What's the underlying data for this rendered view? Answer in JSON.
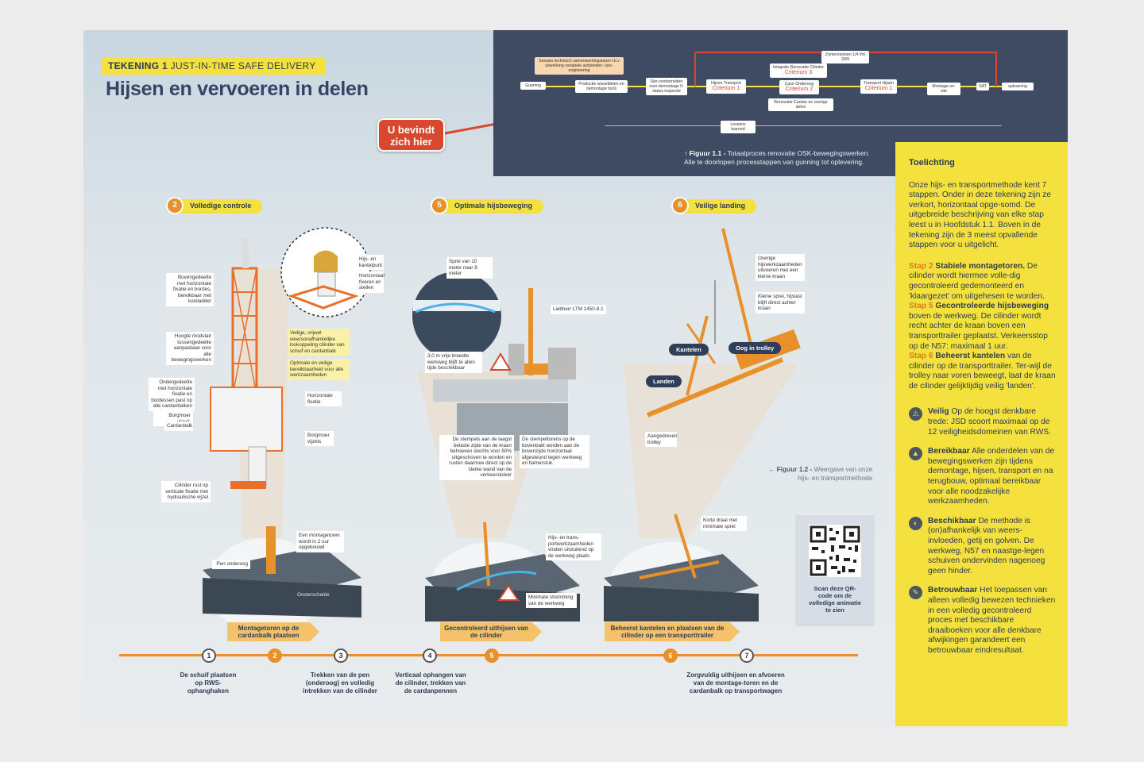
{
  "header": {
    "tag_bold": "TEKENING 1",
    "tag_text": "JUST-IN-TIME SAFE DELIVERY",
    "title": "Hijsen en vervoeren in delen"
  },
  "here_label": "U bevindt zich hier",
  "process": {
    "boxes": {
      "gunning": "Gunning",
      "sessies": "Sessies technisch samenwerkingsteam t.b.v uitwerking variabele activiteiten / pre-engineering",
      "productie": "Productie wisseldelen en demontage tools",
      "site": "Site voorbereiden voor demontage 0-status inspectie",
      "hijsen": "Hijsen Transport",
      "crit1": "Criterium 1",
      "zomer": "Zomerzeizoen 1/4 t/m 30/9",
      "integrale": "Integrale Renovatie Cilinder",
      "crit3": "Criterium 3",
      "case": "Case Onderoog",
      "crit2": "Criterium 2",
      "renovatie": "Renovatie Cardan en overige delen",
      "transport": "Transport Hijsen",
      "crit1b": "Criterium 1",
      "montage": "Montage on-site",
      "sat": "SAT",
      "oplevering": "oplevering",
      "lessons": "Lessons learned"
    },
    "caption_bold": "↑ Figuur 1.1 -",
    "caption_1": "Totaalproces renovatie OSK-bewegingswerken.",
    "caption_2": "Alle te doorlopen processtappen van gunning tot oplevering."
  },
  "side": {
    "heading": "Toelichting",
    "intro": "Onze hijs- en transportmethode kent 7 stappen. Onder in deze tekening zijn ze verkort, horizontaal opge-somd. De uitgebreide beschrijving van elke stap leest u in Hoofdstuk 1.1. Boven in de tekening zijn de 3 meest opvallende stappen voor u uitgelicht.",
    "s2_label": "Stap 2",
    "s2_title": "Stabiele montagetoren.",
    "s2_text": "De cilinder wordt hiermee volle-dig gecontroleerd gedemonteerd en 'klaargezet' om uitgehesen te worden.",
    "s5_label": "Stap 5",
    "s5_title": "Gecontroleerde hijsbeweging",
    "s5_text": "boven de werkweg. De cilinder wordt recht achter de kraan boven een transporttrailer geplaatst. Verkeersstop op de N57: maximaal 1 uur.",
    "s6_label": "Stap 6",
    "s6_title": "Beheerst kantelen",
    "s6_text": "van de cilinder op de transporttrailer. Ter-wijl de trolley naar voren beweegt, laat de kraan de cilinder gelijktijdig veilig 'landen'.",
    "items": [
      {
        "icon": "⚠",
        "title": "Veilig",
        "text": "Op de hoogst denkbare trede: JSD scoort maximaal op de 12 veiligheidsdomeinen van RWS."
      },
      {
        "icon": "▲",
        "title": "Bereikbaar",
        "text": "Alle onderdelen van de bewegingswerken zijn tijdens demontage, hijsen, transport en na terugbouw, optimaal bereikbaar voor alle noodzakelijke werkzaamheden."
      },
      {
        "icon": "◐",
        "title": "Beschikbaar",
        "text": "De methode is (on)afhankelijk van weers-invloeden, getij en golven. De werkweg, N57 en naastge-legen schuiven ondervinden nagenoeg geen hinder."
      },
      {
        "icon": "✎",
        "title": "Betrouwbaar",
        "text": "Het toepassen van alleen volledig bewezen technieken in een volledig gecontroleerd proces met beschikbare draaiboeken voor alle denkbare afwijkingen garandeert een betrouwbaar eindresultaat."
      }
    ]
  },
  "badges": [
    {
      "num": "2",
      "label": "Volledige controle"
    },
    {
      "num": "5",
      "label": "Optimale hijsbeweging"
    },
    {
      "num": "6",
      "label": "Veilige landing"
    }
  ],
  "tower_labels": {
    "a": "Bovengedeelte met horizontale fixatie en bordes, bereikbaar met kooiladder",
    "b": "Hoogte modulair tussengedeelte aanpasbaar voor alle bewegingswerken",
    "c": "Ondergedeelte met horizontale fixatie en bordessen past op alle cardanbalken",
    "d": "Borgmoer vijzels",
    "e": "Cardanbalk",
    "f": "Cilinder rust op verticale fixatie met hydraulische vijzel",
    "g": "Horizontale fixatie",
    "h": "Borgmoer vijzels",
    "i": "Hijs- en kantelpunt",
    "j": "Horizontaal fixeren en stellen",
    "k": "Veilige, vrijwel weersonafhankelijke loskoppeling cilinder van schuif en cardanbalk",
    "l": "Optimale en veilige bereikbaarheid voor alle werkzaamheden"
  },
  "lift_labels": {
    "a": "Sprei van 10 meter naar 8 meter",
    "b": "3,0 m vrije breedte werkweg blijft te allen tijde beschikbaar",
    "c": "Liebherr LTM 1450-8.1",
    "d": "De stempels aan de laagst belaste zijde van de kraan behoeven slechts voor 50% uitgeschoven te worden en rusten daarmee direct op de sterke wand van de verkeerskoker",
    "e": "De stempeltorens op de bovenbalk worden aan de bovenzijde horizontaal afgesteund tegen werkweg en hamerstuk."
  },
  "land_labels": {
    "a": "Overige hijswerkzaamheden uitvoeren met een kleine kraan",
    "b": "Kleine sprei, hijslast blijft direct achter kraan",
    "c": "Aangedreven trolley",
    "kantelen": "Kantelen",
    "oog": "Oog in trolley",
    "landen": "Landen"
  },
  "figcap": {
    "bold": "← Figuur 1.2 -",
    "text1": "Weergave van onze",
    "text2": "hijs- en transportmethode"
  },
  "bottom_labels": {
    "tower": "Een montagetoren wordt in 2 uur opgebouwd",
    "pen": "Pen onderoog",
    "oosterschelde": "Oosterschelde",
    "hijs": "Hijs- en trans-portwerkzaamheden vinden uitsluitend op de werkweg plaats",
    "stroming": "Minimale stremming van de werkweg",
    "draai": "Korte draai met minimale sprei"
  },
  "arrows": [
    {
      "line1": "Montagetoren op de",
      "line2": "cardanbalk plaatsen"
    },
    {
      "line1": "Gecontroleerd uithijsen van",
      "line2": "de cilinder"
    },
    {
      "line1": "Beheerst kantelen en plaatsen van de",
      "line2": "cilinder op een transporttrailer"
    }
  ],
  "timeline": [
    {
      "num": "1",
      "label": "De schuif plaatsen op RWS- ophanghaken"
    },
    {
      "num": "2",
      "label": ""
    },
    {
      "num": "3",
      "label": "Trekken van de pen (onderoog) en volledig intrekken van de cilinder"
    },
    {
      "num": "4",
      "label": "Verticaal ophangen van de cilinder, trekken van de cardanpennen"
    },
    {
      "num": "5",
      "label": ""
    },
    {
      "num": "6",
      "label": ""
    },
    {
      "num": "7",
      "label": "Zorgvuldig uithijsen en afvoeren van de montage-toren en de cardanbalk op transportwagen"
    }
  ],
  "qr_text": "Scan deze QR-code om de volledige animatie te zien",
  "colors": {
    "yellow": "#f4e13d",
    "orange": "#e8902a",
    "red": "#d9472e",
    "navy": "#3f4b63"
  }
}
